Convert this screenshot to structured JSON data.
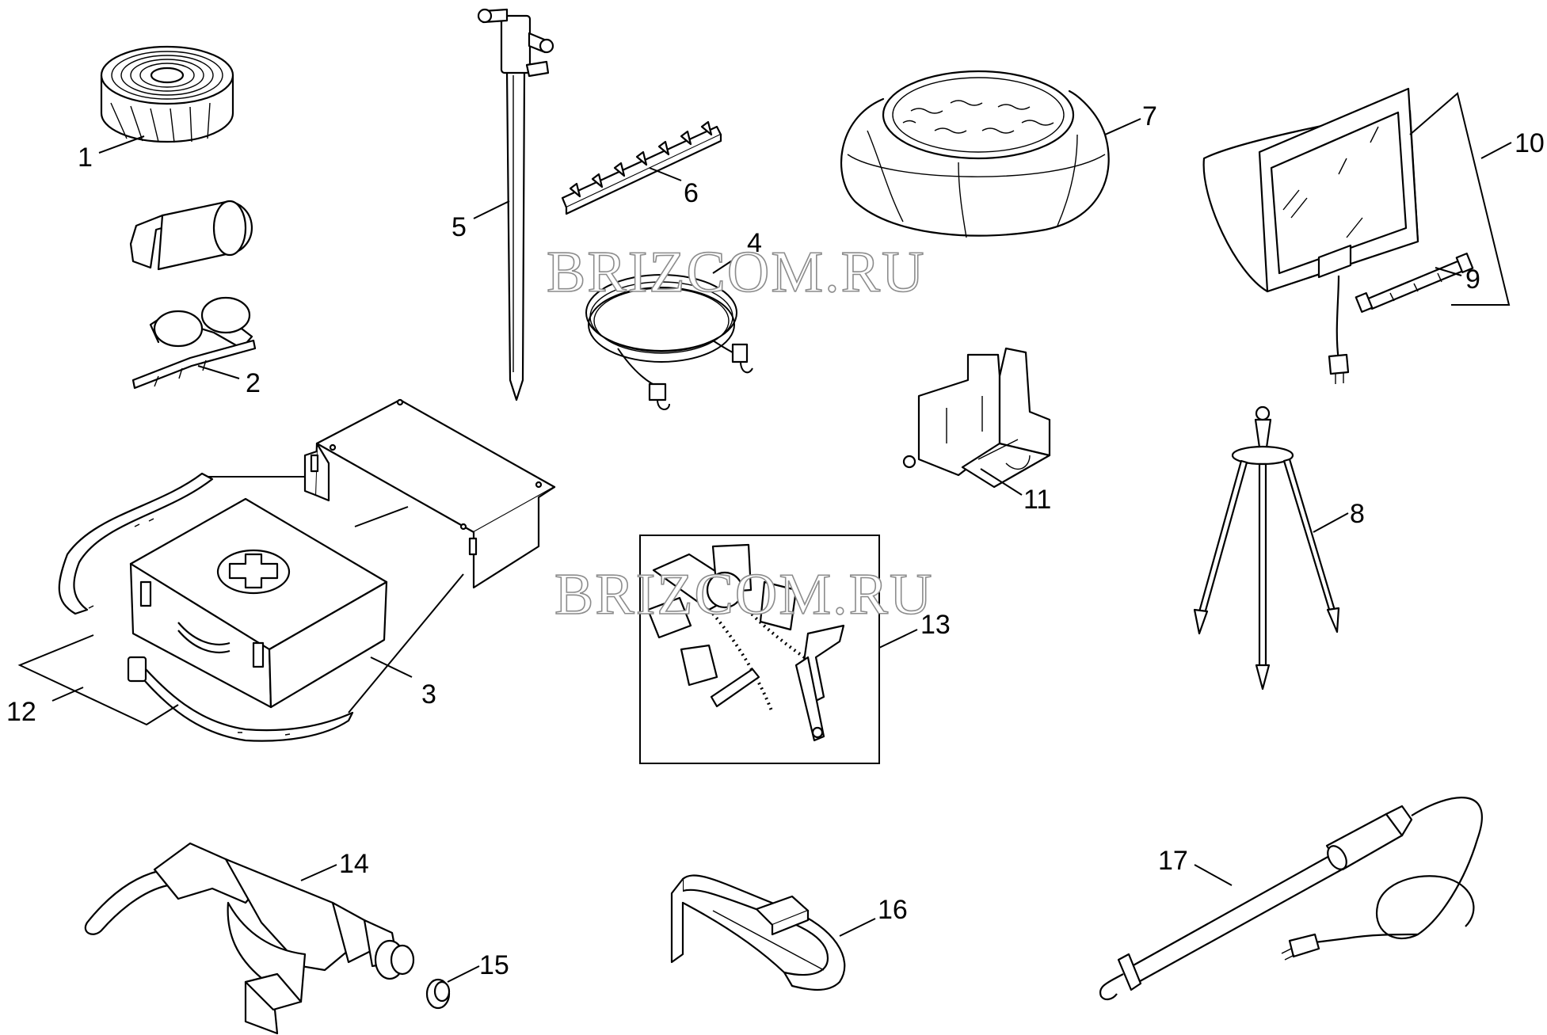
{
  "watermarks": [
    "BRIZCOM.RU",
    "BRIZCOM.RU"
  ],
  "callouts": {
    "c1": "1",
    "c2": "2",
    "c3": "3",
    "c4": "4",
    "c5": "5",
    "c6": "6",
    "c7": "7",
    "c8": "8",
    "c9": "9",
    "c10": "10",
    "c11": "11",
    "c12": "12",
    "c13": "13",
    "c14": "14",
    "c15": "15",
    "c16": "16",
    "c17": "17"
  },
  "icons": {
    "first_aid_symbol": "white-cross-in-circle"
  },
  "colors": {
    "line": "#000000",
    "background": "#ffffff",
    "watermark_outline": "#8c8c8c"
  }
}
